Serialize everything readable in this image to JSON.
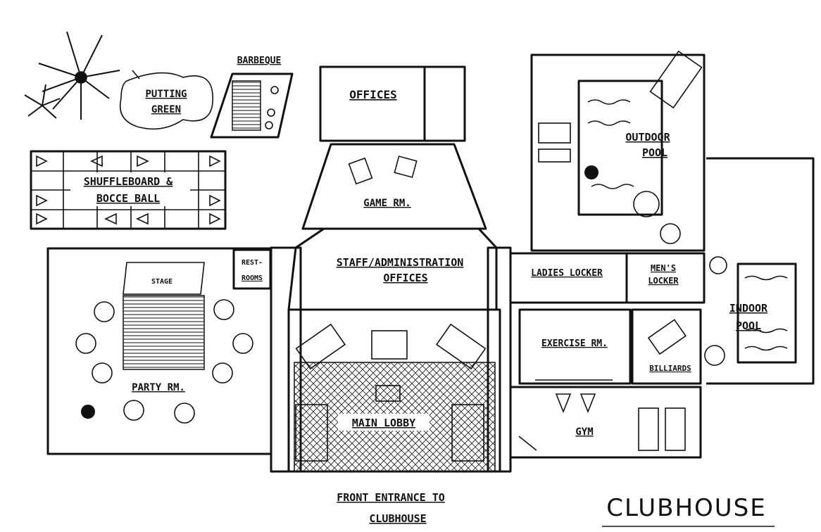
{
  "labels": {
    "barbeque": "BARBEQUE",
    "putting_green_1": "PUTTING",
    "putting_green_2": "GREEN",
    "offices": "OFFICES",
    "shuffleboard_1": "SHUFFLEBOARD &",
    "shuffleboard_2": "BOCCE BALL",
    "game_room": "GAME RM.",
    "outdoor_pool_1": "OUTDOOR",
    "outdoor_pool_2": "POOL",
    "staff_admin_1": "STAFF/ADMINISTRATION",
    "staff_admin_2": "OFFICES",
    "restrooms_1": "REST-",
    "restrooms_2": "ROOMS",
    "stage": "STAGE",
    "ladies_locker": "LADIES LOCKER",
    "mens_locker_1": "MEN'S",
    "mens_locker_2": "LOCKER",
    "indoor_pool_1": "INDOOR",
    "indoor_pool_2": "POOL",
    "exercise_room": "EXERCISE RM.",
    "billiards": "BILLIARDS",
    "party_room": "PARTY RM.",
    "main_lobby": "MAIN LOBBY",
    "gym": "GYM",
    "front_entrance_1": "FRONT ENTRANCE TO",
    "front_entrance_2": "CLUBHOUSE",
    "title": "CLUBHOUSE"
  },
  "colors": {
    "ink": "#111111",
    "paper": "#ffffff"
  }
}
